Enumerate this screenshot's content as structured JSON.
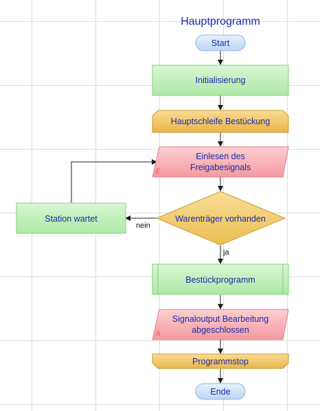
{
  "title": "Hauptprogramm",
  "nodes": {
    "start": "Start",
    "init": "Initialisierung",
    "loop": "Hauptschleife Bestückung",
    "read_line1": "Einlesen des",
    "read_line2": "Freigabesignals",
    "read_marker": "E",
    "decision": "Warenträger vorhanden",
    "wait": "Station wartet",
    "subprogram": "Bestückprogramm",
    "output_line1": "Signaloutput Bearbeitung",
    "output_line2": "abgeschlossen",
    "output_marker": "A",
    "stop": "Programmstop",
    "end": "Ende"
  },
  "edge_labels": {
    "no": "nein",
    "yes": "ja"
  },
  "colors": {
    "grid": "#dcdcdc",
    "arrow": "#1c1c1c",
    "terminal_fill": "#cfe3f8",
    "terminal_stroke": "#8fb4e0",
    "process_fill": "#b9efb3",
    "process_stroke": "#86d07c",
    "loop_fill": "#f3c560",
    "loop_stroke": "#c99a2e",
    "io_fill": "#f7a7ab",
    "io_stroke": "#e07f86",
    "decision_fill": "#f3cf6e",
    "decision_stroke": "#c99a2e",
    "text": "#1a2aa8"
  }
}
